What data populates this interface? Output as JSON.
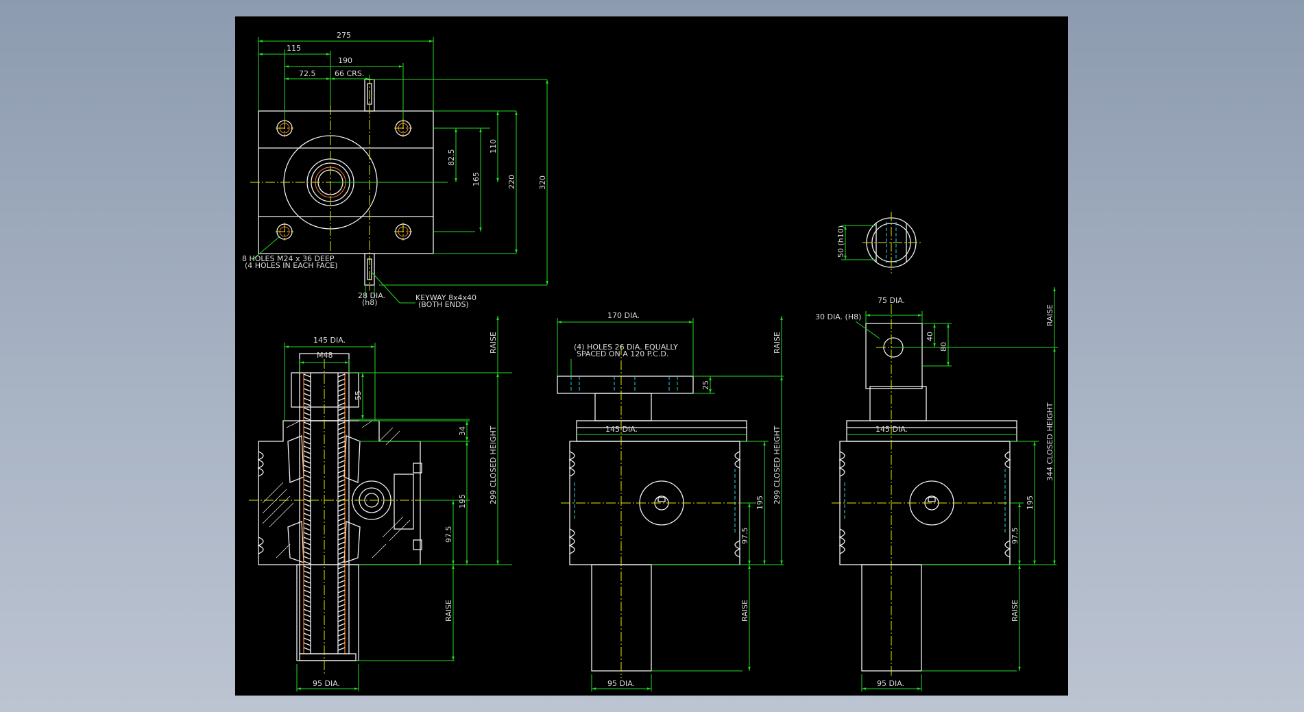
{
  "colors": {
    "background": "#000000",
    "object_lines": "#f2f2f2",
    "dimension_lines": "#22dd22",
    "center_lines": "#e8e800",
    "hidden_lines": "#2ad4e6",
    "thread_lines": "#ff7a1a",
    "dimension_text": "#dddddd"
  },
  "plan_view": {
    "dim_275": "275",
    "dim_115": "115",
    "dim_190": "190",
    "dim_72_5": "72.5",
    "dim_66_crs": "66 CRS.",
    "dim_82_5": "82.5",
    "dim_110": "110",
    "dim_165": "165",
    "dim_220": "220",
    "dim_320": "320",
    "note_holes_line1": "8 HOLES M24 x 36 DEEP",
    "note_holes_line2": "(4 HOLES IN EACH FACE)",
    "note_shaft_line1": "28 DIA.",
    "note_shaft_line2": "(h8)",
    "note_keyway_line1": "KEYWAY 8x4x40",
    "note_keyway_line2": "(BOTH ENDS)"
  },
  "section_view": {
    "dim_145_dia": "145 DIA.",
    "dim_m48": "M48",
    "dim_55": "55",
    "dim_34": "34",
    "dim_195": "195",
    "dim_97_5": "97.5",
    "dim_299_closed": "299 CLOSED HEIGHT",
    "dim_raise_top": "RAISE",
    "dim_raise_bottom": "RAISE",
    "dim_95_dia": "95 DIA."
  },
  "flange_view": {
    "dim_170_dia": "170 DIA.",
    "note_holes_line1": "(4) HOLES 26 DIA. EQUALLY",
    "note_holes_line2": "SPACED ON A 120 P.C.D.",
    "dim_25": "25",
    "dim_145_dia": "145 DIA.",
    "dim_195": "195",
    "dim_97_5": "97.5",
    "dim_299_closed": "299 CLOSED HEIGHT",
    "dim_raise_top": "RAISE",
    "dim_raise_bottom": "RAISE",
    "dim_95_dia": "95 DIA."
  },
  "clevis_view": {
    "dim_50_h10": "50 (h10)",
    "dim_75_dia": "75 DIA.",
    "dim_30_dia": "30 DIA. (H8)",
    "dim_40": "40",
    "dim_80": "80",
    "dim_145_dia": "145 DIA.",
    "dim_195": "195",
    "dim_97_5": "97.5",
    "dim_344_closed": "344 CLOSED HEIGHT",
    "dim_raise_top": "RAISE",
    "dim_raise_bottom": "RAISE",
    "dim_95_dia": "95 DIA."
  }
}
